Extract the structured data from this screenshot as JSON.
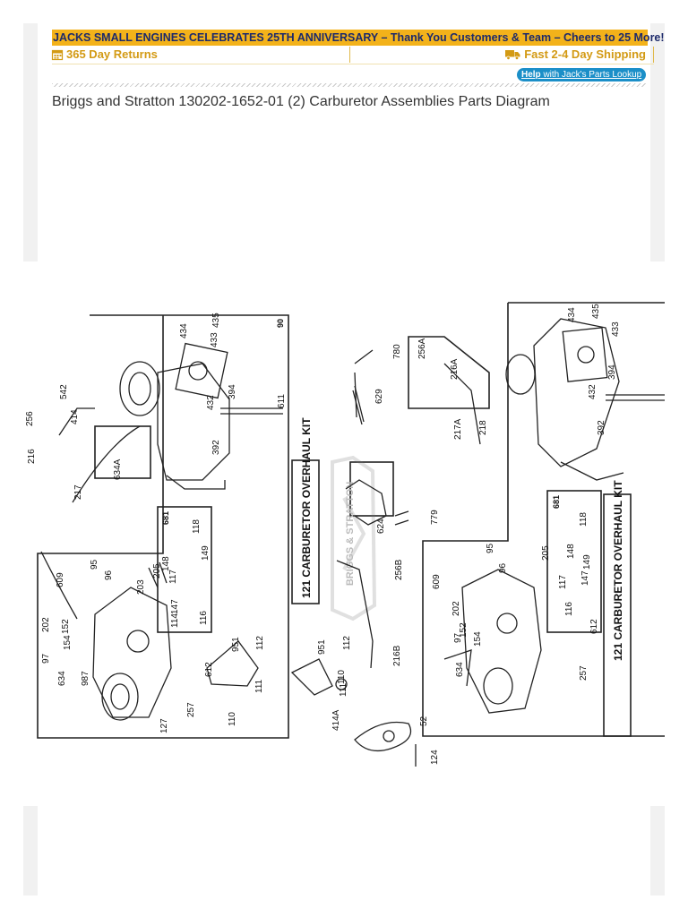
{
  "banner": {
    "text": "JACKS SMALL ENGINES CELEBRATES 25TH ANNIVERSARY – Thank You Customers & Team – Cheers to 25 More!"
  },
  "info_bar": {
    "returns_label": "365 Day Returns",
    "shipping_label": "Fast 2-4 Day Shipping"
  },
  "help_link": {
    "prefix": "Help",
    "rest": " with Jack's Parts Lookup"
  },
  "page": {
    "title": "Briggs and Stratton 130202-1652-01 (2) Carburetor Assemblies Parts Diagram"
  },
  "icons": {
    "returns": "calendar-icon",
    "shipping": "truck-icon"
  },
  "colors": {
    "banner_bg": "#f3b21a",
    "banner_text": "#1d2a6b",
    "info_text": "#d39a14",
    "help_bg": "#1b8fc8"
  },
  "diagram": {
    "watermark": "BRIGGS & STRATTON",
    "kit_labels": [
      "121 CARBURETOR OVERHAUL KIT",
      "121 CARBURETOR OVERHAUL KIT"
    ],
    "box_labels": [
      "90",
      "681",
      "681"
    ],
    "part_numbers": [
      "256",
      "216",
      "217",
      "542",
      "414",
      "634A",
      "434",
      "435",
      "433",
      "394",
      "432",
      "392",
      "611",
      "95",
      "96",
      "205",
      "609",
      "203",
      "117",
      "148",
      "118",
      "147",
      "114",
      "116",
      "149",
      "202",
      "152",
      "97",
      "154",
      "634",
      "987",
      "612",
      "951",
      "112",
      "111",
      "110",
      "257",
      "127",
      "780",
      "629",
      "256A",
      "216A",
      "217A",
      "218",
      "624",
      "779",
      "256B",
      "216B",
      "951",
      "112",
      "110",
      "111",
      "414A",
      "52",
      "124",
      "609",
      "202",
      "152",
      "95",
      "96",
      "205",
      "148",
      "117",
      "118",
      "147",
      "116",
      "149",
      "97",
      "154",
      "634",
      "612",
      "257",
      "434",
      "435",
      "433",
      "394",
      "432",
      "392"
    ]
  }
}
